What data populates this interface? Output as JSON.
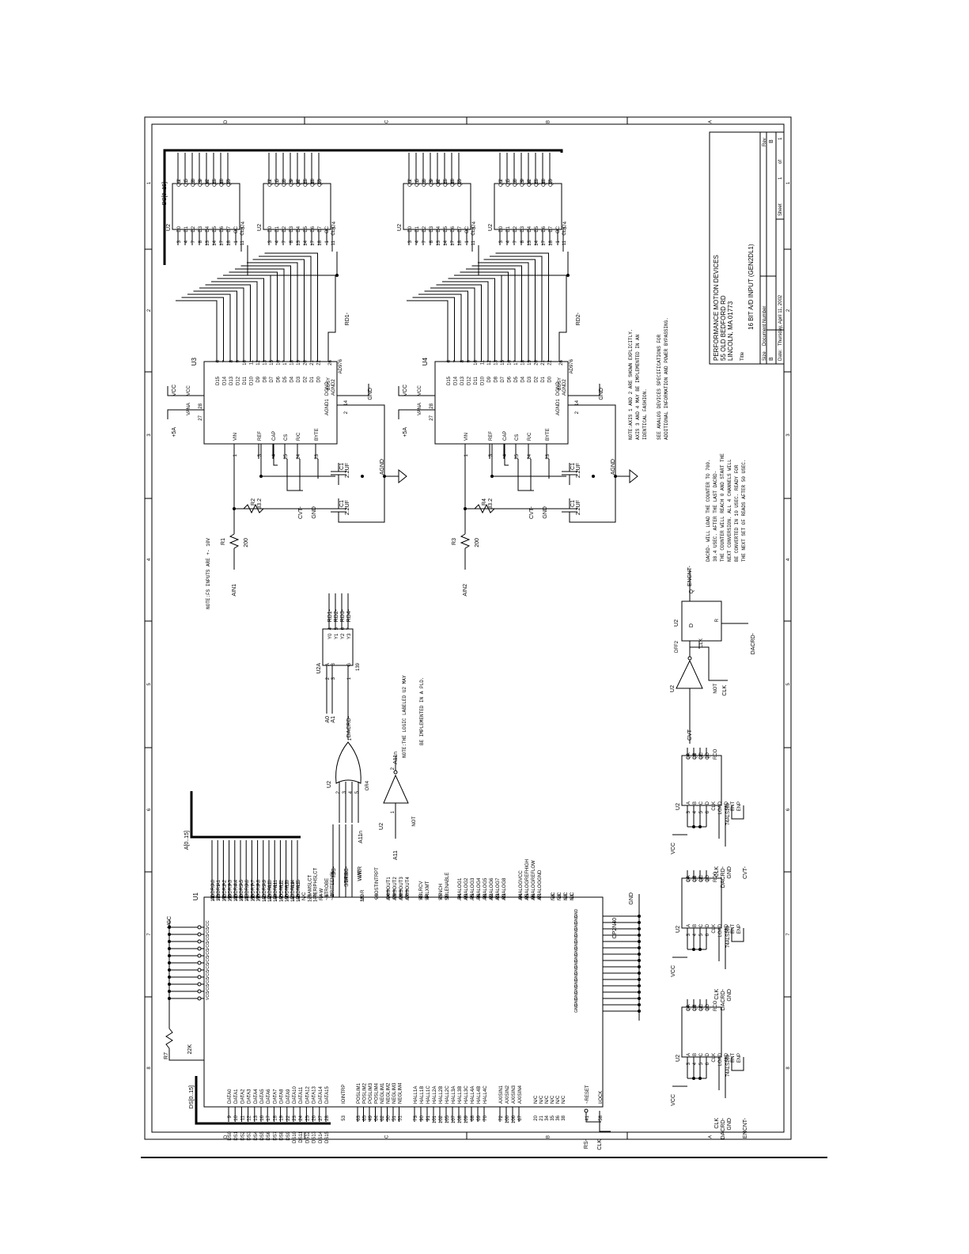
{
  "title_block": {
    "company": "PERFORMANCE MOTION DEVICES",
    "address1": "55 OLD BEDFORD RD",
    "address2": "LINCOLN, MA 01773",
    "title_label": "Title",
    "title": "16 BIT A/D INPUT (GEN2DL1)",
    "size_label": "Size",
    "size": "B",
    "docnum_label": "Document Number",
    "rev_label": "Rev",
    "rev": "B",
    "date_label": "Date:",
    "date": "Thursday, April 11, 2002",
    "sheet_label": "Sheet",
    "sheet": "1",
    "of_label": "of",
    "of": "1"
  },
  "border": {
    "rows_top": [
      "D",
      "C",
      "B",
      "A"
    ],
    "cols": [
      "1",
      "2",
      "3",
      "4",
      "5",
      "6",
      "7",
      "8"
    ]
  },
  "latches": [
    {
      "ref": "U2",
      "part": "374",
      "bus": "DS[0..15]",
      "d_pins": [
        "D0",
        "D1",
        "D2",
        "D3",
        "D4",
        "D5",
        "D6",
        "D7"
      ],
      "d_nums": [
        "3",
        "4",
        "7",
        "8",
        "13",
        "14",
        "17",
        "18"
      ],
      "q_pins": [
        "Q0",
        "Q1",
        "Q2",
        "Q3",
        "Q4",
        "Q5",
        "Q6",
        "Q7"
      ],
      "q_nums": [
        "2",
        "5",
        "6",
        "9",
        "12",
        "15",
        "16",
        "19"
      ],
      "oc": "OC",
      "clk": "CLK",
      "oc_num": "1",
      "clk_num": "11"
    },
    {
      "ref": "U2",
      "part": "374",
      "bus": "",
      "d_pins": [
        "D0",
        "D1",
        "D2",
        "D3",
        "D4",
        "D5",
        "D6",
        "D7"
      ],
      "d_nums": [
        "3",
        "4",
        "7",
        "8",
        "13",
        "14",
        "17",
        "18"
      ],
      "q_pins": [
        "Q0",
        "Q1",
        "Q2",
        "Q3",
        "Q4",
        "Q5",
        "Q6",
        "Q7"
      ],
      "q_nums": [
        "2",
        "5",
        "6",
        "9",
        "12",
        "15",
        "16",
        "19"
      ],
      "oc": "OC",
      "clk": "CLK",
      "oc_num": "1",
      "clk_num": "11"
    },
    {
      "ref": "U2",
      "part": "374",
      "bus": "",
      "d_pins": [
        "D0",
        "D1",
        "D2",
        "D3",
        "D4",
        "D5",
        "D6",
        "D7"
      ],
      "d_nums": [
        "3",
        "4",
        "7",
        "8",
        "13",
        "14",
        "17",
        "18"
      ],
      "q_pins": [
        "Q0",
        "Q1",
        "Q2",
        "Q3",
        "Q4",
        "Q5",
        "Q6",
        "Q7"
      ],
      "q_nums": [
        "2",
        "5",
        "6",
        "9",
        "12",
        "15",
        "16",
        "19"
      ],
      "oc": "OC",
      "clk": "CLK",
      "oc_num": "1",
      "clk_num": "11"
    },
    {
      "ref": "U2",
      "part": "374",
      "bus": "",
      "d_pins": [
        "D0",
        "D1",
        "D2",
        "D3",
        "D4",
        "D5",
        "D6",
        "D7"
      ],
      "d_nums": [
        "3",
        "4",
        "7",
        "8",
        "13",
        "14",
        "17",
        "18"
      ],
      "q_pins": [
        "Q0",
        "Q1",
        "Q2",
        "Q3",
        "Q4",
        "Q5",
        "Q6",
        "Q7"
      ],
      "q_nums": [
        "2",
        "5",
        "6",
        "9",
        "12",
        "15",
        "16",
        "19"
      ],
      "oc": "OC",
      "clk": "CLK",
      "oc_num": "1",
      "clk_num": "11"
    }
  ],
  "adcs": [
    {
      "ref": "U3",
      "part": "AD976",
      "rd": "RD1-",
      "d_pins": [
        "D15",
        "D14",
        "D13",
        "D12",
        "D11",
        "D10",
        "D9",
        "D8",
        "D7",
        "D6",
        "D5",
        "D4",
        "D3",
        "D2",
        "D1",
        "D0"
      ],
      "d_nums": [
        "6",
        "7",
        "8",
        "9",
        "10",
        "11",
        "12",
        "13",
        "15",
        "16",
        "17",
        "18",
        "19",
        "20",
        "21",
        "22"
      ],
      "busy": "BUSY",
      "busy_num": "26",
      "left_pins": [
        "VIN",
        "REF",
        "CAP",
        "CS",
        "R/C",
        "BYTE"
      ],
      "left_nums": [
        "1",
        "3",
        "4",
        "25",
        "24",
        "23"
      ],
      "vcc": "VCC",
      "vana": "VANA",
      "dgnd": "DGND",
      "agnd1": "AGND1",
      "agnd2": "AGND2",
      "vcc_num": "28",
      "vana_num": "27",
      "dgnd_num": "14",
      "agnd_num": "2",
      "supply5": "+5A",
      "supply_vcc": "VCC",
      "gnd": "GND",
      "agnd": "AGND",
      "cvt": "CVT-",
      "r_in": "R1",
      "r_in_val": "200",
      "r_ref": "R2",
      "r_ref_val": "33.2",
      "c1": "C1",
      "c1_val": "2.2UF",
      "c2": "C1",
      "c2_val": "2.2UF",
      "ain": "AIN1"
    },
    {
      "ref": "U4",
      "part": "AD976",
      "rd": "RD2-",
      "d_pins": [
        "D15",
        "D14",
        "D13",
        "D12",
        "D11",
        "D10",
        "D9",
        "D8",
        "D7",
        "D6",
        "D5",
        "D4",
        "D3",
        "D2",
        "D1",
        "D0"
      ],
      "d_nums": [
        "6",
        "7",
        "8",
        "9",
        "10",
        "11",
        "12",
        "13",
        "15",
        "16",
        "17",
        "18",
        "19",
        "20",
        "21",
        "22"
      ],
      "busy": "BUSY",
      "busy_num": "26",
      "left_pins": [
        "VIN",
        "REF",
        "CAP",
        "CS",
        "R/C",
        "BYTE"
      ],
      "left_nums": [
        "1",
        "3",
        "4",
        "25",
        "24",
        "23"
      ],
      "vcc": "VCC",
      "vana": "VANA",
      "dgnd": "DGND",
      "agnd1": "AGND1",
      "agnd2": "AGND2",
      "vcc_num": "28",
      "vana_num": "27",
      "dgnd_num": "14",
      "agnd_num": "2",
      "supply5": "+5A",
      "supply_vcc": "VCC",
      "gnd": "GND",
      "agnd": "AGND",
      "cvt": "CVT-",
      "r_in": "R3",
      "r_in_val": "200",
      "r_ref": "R4",
      "r_ref_val": "33.2",
      "c1": "C1",
      "c1_val": "2.2UF",
      "c2": "C1",
      "c2_val": "2.2UF",
      "ain": "AIN2"
    }
  ],
  "notes": {
    "axis_1": "NOTE:AXIS 1 AND 2 ARE SHOWN EXPLICITLY.",
    "axis_2": "AXIS 3 AND 4 MAY BE IMPLEMENTED IN AN",
    "axis_3": "IDENTICAL FASHION.",
    "analog_1": "SEE ANALOG DEVICES SPECIFICATIONS FOR",
    "analog_2": "ADDITIONAL INFORMATION AND POWER BYPASSING.",
    "fs": "NOTE:FS INPUTS ARE +- 10V",
    "logic_1": "NOTE:THE LOGIC LABELED U2 MAY",
    "logic_2": "BE IMPLEMENTED IN A PLD.",
    "timing": [
      "DACRD- WILL LOAD THE COUNTER TO 700.",
      "38.4 USEC. AFTER THE LAST DACRD-",
      "THE COUNTER WILL REACH 0 AND START THE",
      "NEXT CONVERSION. ALL 4 CHANNELS WILL",
      "BE CONVERTED IN 10 USEC. READY FOR",
      "THE NEXT SET OF READS AFTER 50 USEC."
    ]
  },
  "decoder": {
    "ref": "U2A",
    "part": "139",
    "in_pins": [
      "A",
      "B",
      "G"
    ],
    "in_nums": [
      "2",
      "3",
      "1"
    ],
    "out_pins": [
      "Y0",
      "Y1",
      "Y2",
      "Y3"
    ],
    "out_nums": [
      "4",
      "5",
      "6",
      "7"
    ],
    "in_nets": [
      "A0",
      "A1",
      "DACRD-"
    ],
    "out_nets": [
      "RD1-",
      "RD2-",
      "RD3-",
      "RD4-"
    ]
  },
  "or_gate": {
    "ref": "U2",
    "part": "OR4",
    "pins": [
      "2",
      "3",
      "4",
      "5"
    ],
    "out": "1",
    "inputs": [
      "IS-",
      "STRB-",
      "W/R",
      "A11n"
    ]
  },
  "not_a11": {
    "ref": "U2",
    "part": "NOT",
    "in_net": "A11",
    "out_net": "A11n",
    "in_num": "1",
    "out_num": "2"
  },
  "not_cvt": {
    "ref": "U2",
    "part": "NOT",
    "net_out": "CVT-",
    "net_in": "CLK",
    "in_num": "3",
    "out_num": "2"
  },
  "dff": {
    "ref": "U2",
    "part": "DFF2",
    "d": "D",
    "q": "Q",
    "clk": "CLK",
    "r": "R",
    "out_net": "ENCNT-",
    "clk_net": "DACRD-",
    "d_num": "2",
    "q_num": "1",
    "clk_num": "3",
    "r_num": "4"
  },
  "counters": [
    {
      "ref": "U2",
      "part": "74ALS169",
      "supply": "VCC",
      "in_pins": [
        "A",
        "B",
        "C",
        "D"
      ],
      "in_nums": [
        "3",
        "4",
        "5",
        "6"
      ],
      "out_pins": [
        "QA",
        "QB",
        "QC",
        "QD"
      ],
      "out_nums": [
        "14",
        "13",
        "12",
        "11"
      ],
      "ctrl_pins": [
        "CLK",
        "LOAD",
        "U/D",
        "ENT",
        "ENP"
      ],
      "ctrl_nums": [
        "2",
        "9",
        "1",
        "10",
        "7"
      ],
      "rco": "RCO",
      "rco_num": "15",
      "nets": [
        "CLK",
        "DACRD-",
        "GND"
      ],
      "rco_net": "CVT-"
    },
    {
      "ref": "U2",
      "part": "74ALS169",
      "supply": "VCC",
      "in_pins": [
        "A",
        "B",
        "C",
        "D"
      ],
      "in_nums": [
        "3",
        "4",
        "5",
        "6"
      ],
      "out_pins": [
        "QA",
        "QB",
        "QC",
        "QD"
      ],
      "out_nums": [
        "14",
        "13",
        "12",
        "11"
      ],
      "ctrl_pins": [
        "CLK",
        "LOAD",
        "U/D",
        "ENT",
        "ENP"
      ],
      "ctrl_nums": [
        "2",
        "9",
        "1",
        "10",
        "7"
      ],
      "rco": "RCO",
      "rco_num": "15",
      "nets": [
        "CLK",
        "DACRD-",
        "GND"
      ],
      "rco_net": ""
    },
    {
      "ref": "U2",
      "part": "74ALS169",
      "supply": "VCC",
      "in_pins": [
        "A",
        "B",
        "C",
        "D"
      ],
      "in_nums": [
        "3",
        "4",
        "5",
        "6"
      ],
      "out_pins": [
        "QA",
        "QB",
        "QC",
        "QD"
      ],
      "out_nums": [
        "14",
        "13",
        "12",
        "11"
      ],
      "ctrl_pins": [
        "CLK",
        "LOAD",
        "U/D",
        "ENT",
        "ENP"
      ],
      "ctrl_nums": [
        "2",
        "9",
        "1",
        "10",
        "7"
      ],
      "rco": "RCO",
      "rco_num": "15",
      "nets": [
        "CLK",
        "DACRD-",
        "GND"
      ],
      "rco_net": "ENCNT-"
    }
  ],
  "u1": {
    "ref": "U1",
    "part": "CP2N40",
    "vcc": "VCC",
    "gnd": "GND",
    "r_pull": "R7",
    "r_pull_val": "22K",
    "addr_pins": [
      "ADDR0",
      "ADDR1",
      "ADDR2",
      "ADDR3",
      "ADDR4",
      "ADDR5",
      "ADDR6",
      "ADDR7",
      "ADDR8",
      "ADDR9",
      "ADDR10",
      "ADDR11",
      "ADDR12",
      "ADDR13",
      "ADDR14",
      "ADDR15",
      "N/C",
      "~RAMSLCT",
      "~PERIPHSLCT",
      "R/~W",
      "~STROBE",
      "~WRITEENBL"
    ],
    "addr_nums": [
      "110",
      "111",
      "112",
      "114",
      "115",
      "116",
      "117",
      "118",
      "119",
      "122",
      "123",
      "124",
      "125",
      "126",
      "127",
      "128",
      "",
      "129",
      "130",
      "4",
      "6",
      "2"
    ],
    "addr_nets": [
      "A0",
      "A1",
      "A2",
      "A3",
      "A4",
      "A5",
      "A6",
      "A7",
      "A8",
      "A9",
      "A10",
      "A11",
      "A12",
      "A13",
      "A14",
      "A15"
    ],
    "addr_bus": "A[0..15]",
    "ctrl_nets": [
      "IS-",
      "STRB-",
      "W/R"
    ],
    "w_r": "W~R",
    "w_r_num": "132",
    "host_intrpt": "~HOSTINTRPT",
    "host_intrpt_num": "98",
    "axisout": [
      "AXISOUT1",
      "AXISOUT2",
      "AXISOUT3",
      "AXISOUT4"
    ],
    "axisout_nums": [
      "54",
      "55",
      "96",
      "97"
    ],
    "srl": [
      "SRLRCV",
      "SRLXMT"
    ],
    "srl_nums": [
      "43",
      "44"
    ],
    "synch": [
      "SYNCH",
      "SRLENABLE"
    ],
    "synch_nums": [
      "45",
      "99"
    ],
    "analog": [
      "ANALOG1",
      "ANALOG2",
      "ANALOG3",
      "ANALOG4",
      "ANALOG5",
      "ANALOG6",
      "ANALOG7",
      "ANALOG8"
    ],
    "analog_nums": [
      "74",
      "89",
      "75",
      "76",
      "78",
      "82",
      "83",
      "83"
    ],
    "analog_pw": [
      "ANALOGVCC",
      "ANALOGREFHIGH",
      "ANALOGREFLOW",
      "ANALOGGND"
    ],
    "analog_pw_nums": [
      "84",
      "85",
      "86",
      "87"
    ],
    "nc": [
      "N/C",
      "N/C",
      "N/C",
      "N/C"
    ],
    "nc_nums": [
      "78",
      "79",
      "80",
      "81"
    ],
    "vcc_pins": [
      "VCC",
      "VCC",
      "VCC",
      "VCC",
      "VCC",
      "VCC",
      "VCC",
      "VCC",
      "VCC",
      "VCC",
      "VCC"
    ],
    "vcc_nums": [
      "121",
      "120",
      "119",
      "118",
      "117",
      "116",
      "115",
      "114",
      "113",
      "112",
      "1"
    ],
    "gnd_pins": [
      "GND",
      "GND",
      "GND",
      "GND",
      "GND",
      "GND",
      "GND",
      "GND",
      "GND",
      "GND",
      "GND",
      "GND",
      "GND",
      "GND",
      "GND",
      "GND"
    ],
    "gnd_nums": [
      "131",
      "130",
      "129",
      "128",
      "127",
      "126",
      "125",
      "124",
      "123",
      "122",
      "121",
      "120",
      "119",
      "118",
      "117",
      "116"
    ],
    "data_pins": [
      "DATA0",
      "DATA1",
      "DATA2",
      "DATA3",
      "DATA4",
      "DATA5",
      "DATA6",
      "DATA7",
      "DATA8",
      "DATA9",
      "DATA10",
      "DATA11",
      "DATA12",
      "DATA13",
      "DATA14",
      "DATA15"
    ],
    "data_nums": [
      "9",
      "10",
      "11",
      "12",
      "13",
      "16",
      "17",
      "18",
      "19",
      "22",
      "23",
      "24",
      "25",
      "26",
      "27",
      "28"
    ],
    "data_nets": [
      "DS0",
      "DS1",
      "DS2",
      "DS3",
      "DS4",
      "DS5",
      "DS6",
      "DS7",
      "DS8",
      "DS9",
      "DS10",
      "DS11",
      "DS12",
      "DS13",
      "DS14",
      "DS15"
    ],
    "data_bus": "DS[0..15]",
    "iointrp": "IOINTRP",
    "iointrp_num": "53",
    "lim": [
      "POSLIM1",
      "POSLIM2",
      "POSLIM3",
      "POSLIM4",
      "NEGLIM1",
      "NEGLIM2",
      "NEGLIM3",
      "NEGLIM4"
    ],
    "lim_nums": [
      "63",
      "65",
      "49",
      "64",
      "62",
      "50",
      "51",
      "51"
    ],
    "hall": [
      "HALL1A",
      "HALL1B",
      "HALL1C",
      "HALL2A",
      "HALL2B",
      "HALL2C",
      "HALL3A",
      "HALL3B",
      "HALL3C",
      "HALL4A",
      "HALL4B",
      "HALL4C"
    ],
    "hall_nums": [
      "73",
      "90",
      "91",
      "101",
      "102",
      "105",
      "107",
      "108",
      "109",
      "68",
      "69",
      "70"
    ],
    "axisin": [
      "AXISIN1",
      "AXISIN2",
      "AXISIN3",
      "AXISIN4"
    ],
    "axisin_nums": [
      "72",
      "100",
      "106",
      "67"
    ],
    "nc2": [
      "N/C",
      "N/C",
      "N/C",
      "N/C",
      "N/C",
      "N/C"
    ],
    "nc2_nums": [
      "20",
      "21",
      "34",
      "35",
      "36",
      "38"
    ],
    "reset": "~RESET",
    "reset_num": "41",
    "reset_net": "RS-",
    "clock": "I/OCK",
    "clock_num": "58",
    "clock_net": "CLK"
  }
}
